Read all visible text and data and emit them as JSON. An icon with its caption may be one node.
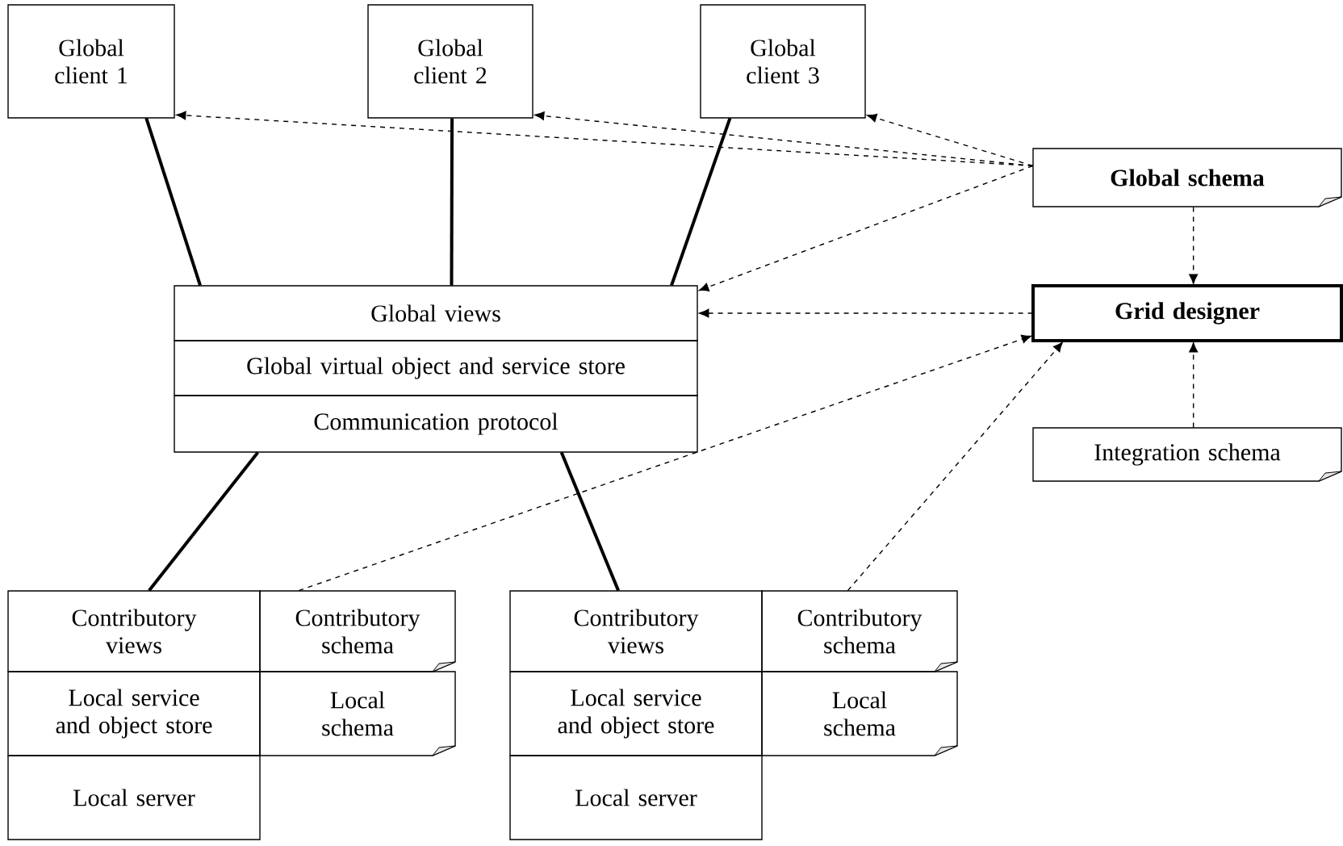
{
  "diagram": {
    "nodes": [
      {
        "text": [
          "Global client 1"
        ]
      },
      {
        "text": [
          "Global client 2"
        ]
      },
      {
        "text": [
          "Global client 3"
        ]
      },
      {
        "text": [
          "Global schema"
        ]
      },
      {
        "text": [
          "Global views"
        ]
      },
      {
        "text": [
          "Global virtual object and service store"
        ]
      },
      {
        "text": [
          "Communication protocol"
        ]
      },
      {
        "text": [
          "Grid designer"
        ]
      },
      {
        "text": [
          "Integration schema"
        ]
      },
      {
        "text": [
          "Contributory views"
        ]
      },
      {
        "text": [
          "Contributory schema"
        ]
      },
      {
        "text": [
          "Local service and object store"
        ]
      },
      {
        "text": [
          "Local schema"
        ]
      },
      {
        "text": [
          "Local server"
        ]
      },
      {
        "text": [
          "Contributory views"
        ]
      },
      {
        "text": [
          "Contributory schema"
        ]
      },
      {
        "text": [
          "Local service and object store"
        ]
      },
      {
        "text": [
          "Local schema"
        ]
      },
      {
        "text": [
          "Local server"
        ]
      }
    ],
    "edges": [
      {
        "from": 4,
        "to": 0,
        "arrow": "none"
      },
      {
        "from": 4,
        "to": 1,
        "arrow": "none"
      },
      {
        "from": 4,
        "to": 2,
        "arrow": "none"
      },
      {
        "from": 6,
        "to": 9,
        "arrow": "none"
      },
      {
        "from": 6,
        "to": 14,
        "arrow": "none"
      },
      {
        "from": 3,
        "to": 0,
        "arrow": "to",
        "style": "dashed"
      },
      {
        "from": 3,
        "to": 1,
        "arrow": "to",
        "style": "dashed"
      },
      {
        "from": 3,
        "to": 2,
        "arrow": "to",
        "style": "dashed"
      },
      {
        "from": 3,
        "to": 4,
        "arrow": "to",
        "style": "dashed"
      },
      {
        "from": 3,
        "to": 7,
        "arrow": "to",
        "style": "dashed"
      },
      {
        "from": 7,
        "to": 4,
        "arrow": "to",
        "style": "dashed"
      },
      {
        "from": 8,
        "to": 7,
        "arrow": "to",
        "style": "dashed"
      },
      {
        "from": 10,
        "to": 7,
        "arrow": "to",
        "style": "dashed"
      },
      {
        "from": 15,
        "to": 7,
        "arrow": "to",
        "style": "dashed"
      }
    ]
  }
}
